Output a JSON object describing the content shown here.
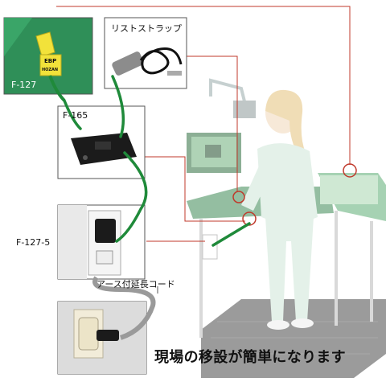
{
  "labels": {
    "grounding_terminal": "F-127",
    "wrist_strap": "リストストラップ",
    "junction_box": "F-165",
    "socket_adapter": "F-127-5",
    "extension_cord": "アース付延長コード",
    "clip_tag": "EBP",
    "brand": "HOZAN"
  },
  "caption": "現場の移設が簡単になります",
  "colors": {
    "cable_green": "#1f8a3a",
    "callout_red": "#c0392b",
    "panel_green": "#2f8f58",
    "workbench_green": "#3d7f4f",
    "mat_dark": "#2a2a2a"
  }
}
